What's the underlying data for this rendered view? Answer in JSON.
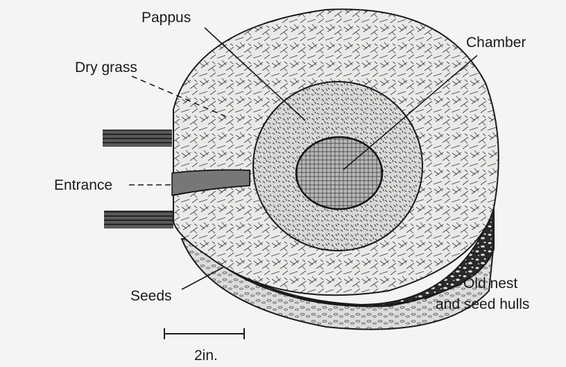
{
  "labels": {
    "pappus": "Pappus",
    "chamber": "Chamber",
    "dry_grass": "Dry grass",
    "entrance": "Entrance",
    "seeds": "Seeds",
    "old_nest_line1": "Old nest",
    "old_nest_line2": "and seed hulls",
    "scale": "2in."
  },
  "colors": {
    "ink": "#1a1a1a",
    "paper": "#f4f4f2",
    "dry_grass_fill": "#e9e9e7",
    "pappus_fill": "#d8d8d6",
    "chamber_fill": "#aaaaaa",
    "seed_layer_fill": "#2a2a2a"
  }
}
